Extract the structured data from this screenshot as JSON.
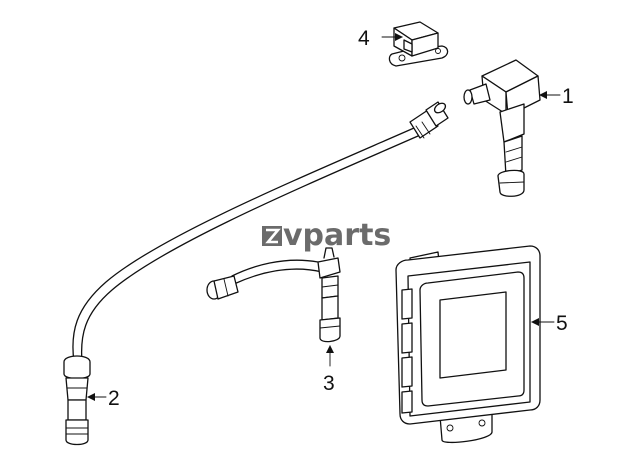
{
  "watermark": {
    "text": "vparts",
    "color": "#6b6b6b"
  },
  "parts": [
    {
      "label": "1",
      "name": "ignition coil"
    },
    {
      "label": "2",
      "name": "spark plug wire (long)"
    },
    {
      "label": "3",
      "name": "spark plug wire (short)"
    },
    {
      "label": "4",
      "name": "sensor"
    },
    {
      "label": "5",
      "name": "control module"
    }
  ],
  "line_color": "#111111",
  "background": "#ffffff"
}
